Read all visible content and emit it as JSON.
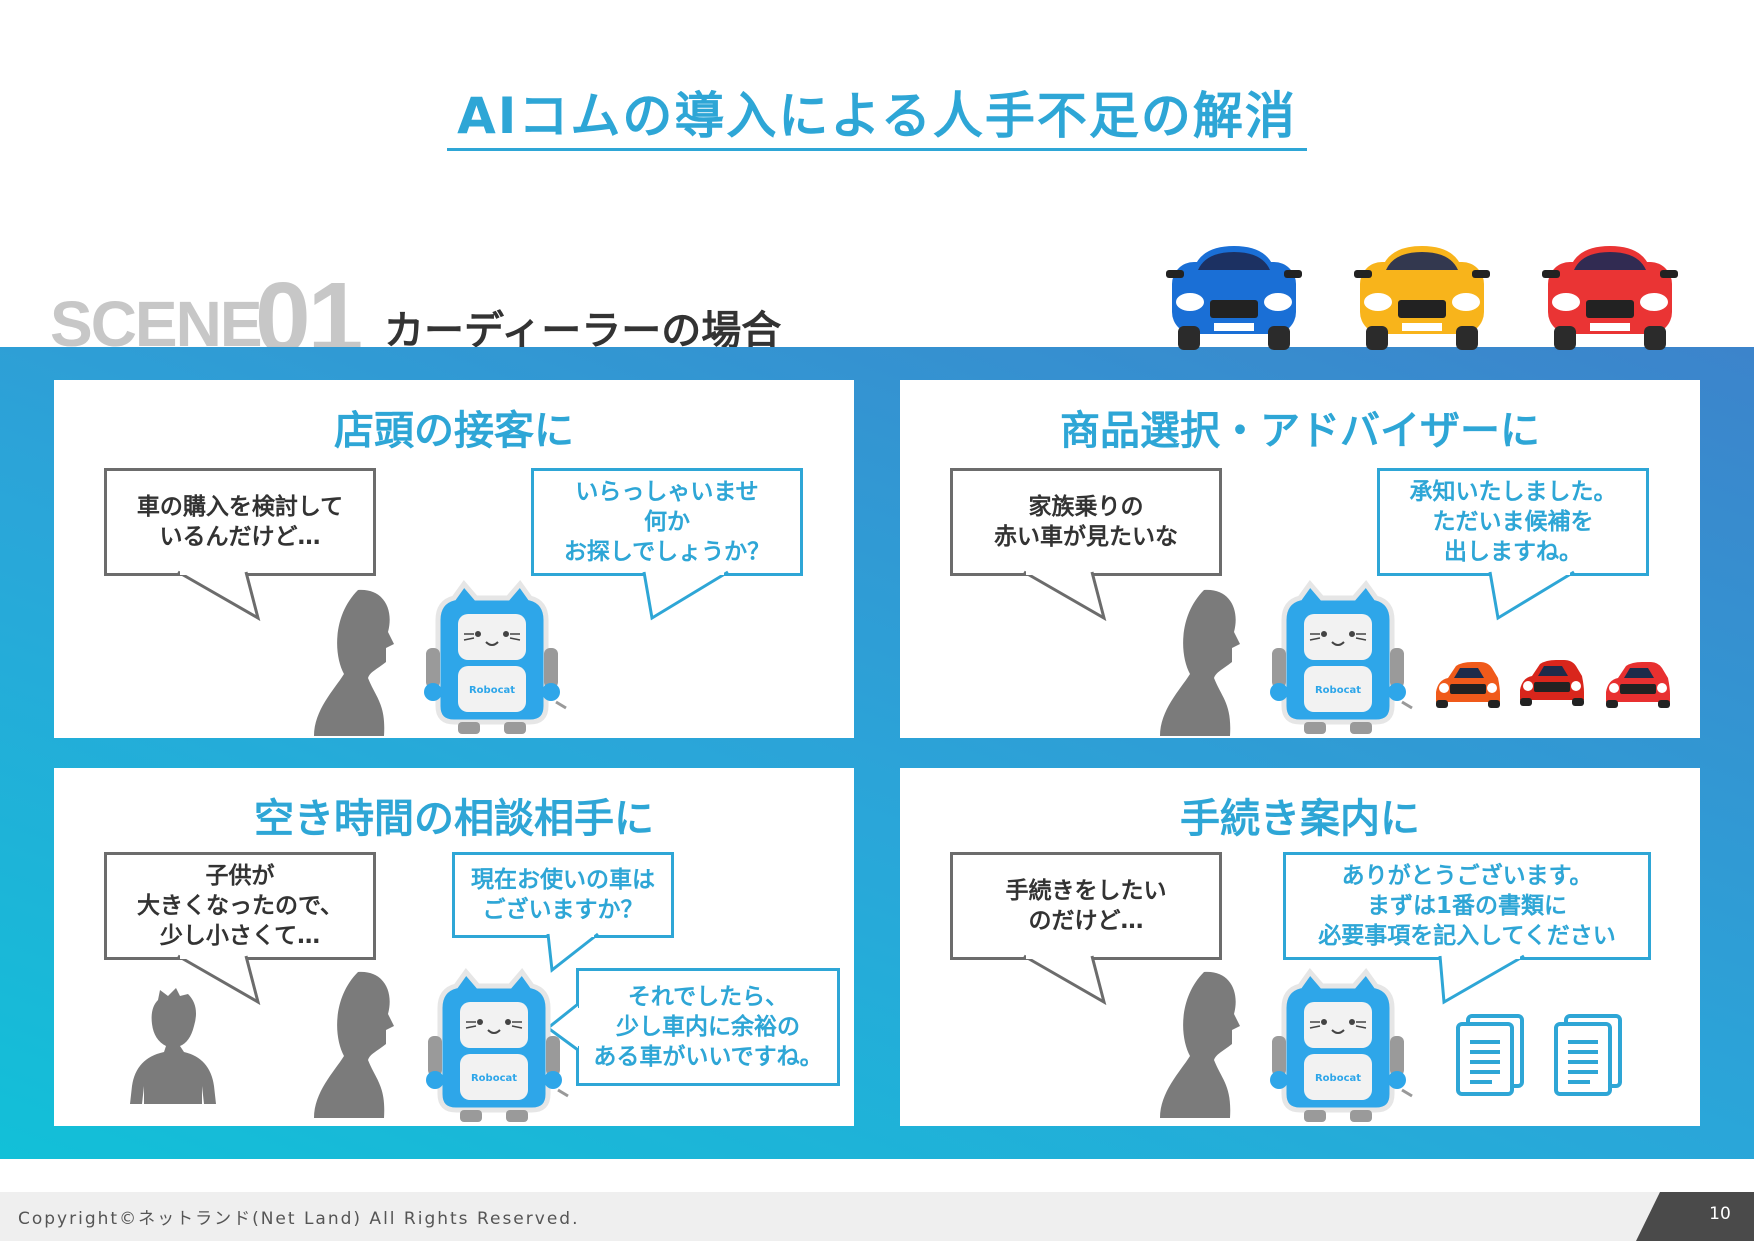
{
  "page": {
    "title": "AIコムの導入による人手不足の解消",
    "scene_word": "SCENE",
    "scene_number": "01",
    "scene_title": "カーディーラーの場合",
    "copyright": "Copyright©ネットランド(Net Land) All Rights Reserved.",
    "page_number": "10"
  },
  "colors": {
    "accent": "#2ea6d6",
    "gray_text": "#333333",
    "gray_border": "#6c6c6c",
    "silhouette": "#7b7b7b"
  },
  "icons": {
    "car": "car-icon",
    "person": "person-silhouette-icon",
    "child": "child-silhouette-icon",
    "robot": "robot-icon",
    "document": "document-icon",
    "robot_brand": "Robocat"
  },
  "panels": [
    {
      "title": "店頭の接客に",
      "customer": "車の購入を検討して\nいるんだけど…",
      "robot": [
        "いらっしゃいませ\n何か\nお探しでしょうか？"
      ]
    },
    {
      "title": "商品選択・アドバイザーに",
      "customer": "家族乗りの\n赤い車が見たいな",
      "robot": [
        "承知いたしました。\nただいま候補を\n出しますね。"
      ]
    },
    {
      "title": "空き時間の相談相手に",
      "customer": "子供が\n大きくなったので、\n少し小さくて…",
      "robot": [
        "現在お使いの車は\nございますか？",
        "それでしたら、\n少し車内に余裕の\nある車がいいですね。"
      ]
    },
    {
      "title": "手続き案内に",
      "customer": "手続きをしたい\nのだけど…",
      "robot": [
        "ありがとうございます。\nまずは1番の書類に\n必要事項を記入してください"
      ]
    }
  ]
}
